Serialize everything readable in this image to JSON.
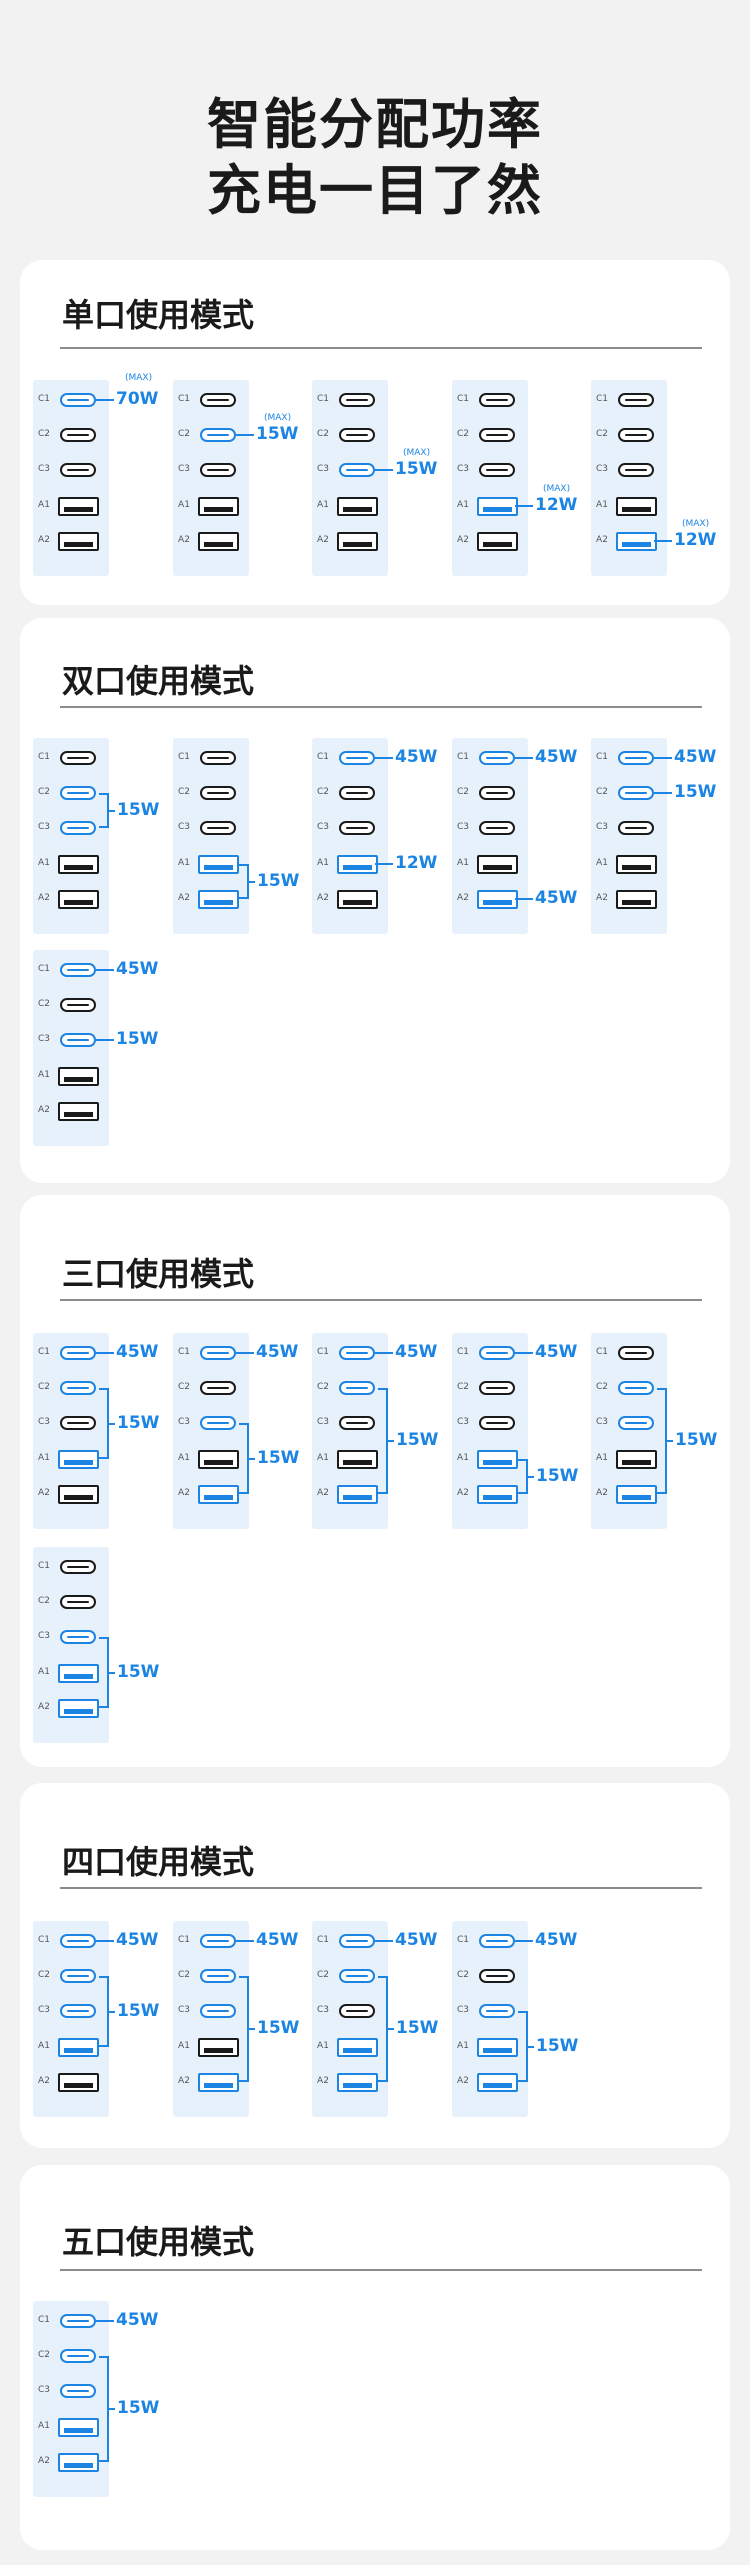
{
  "header": {
    "title_line1": "智能分配功率",
    "title_line2": "充电一目了然"
  },
  "port_labels": [
    "C1",
    "C2",
    "C3",
    "A1",
    "A2"
  ],
  "max_label": "(MAX)",
  "colors": {
    "active": "#1c84e3",
    "inactive": "#1a1a1a",
    "panel": "#e7f1fb"
  },
  "sections": [
    {
      "title": "单口使用模式",
      "diagrams": [
        {
          "active": [
            "C1"
          ],
          "groups": [
            {
              "ports": [
                "C1"
              ],
              "watt": "70W",
              "max": true
            }
          ]
        },
        {
          "active": [
            "C2"
          ],
          "groups": [
            {
              "ports": [
                "C2"
              ],
              "watt": "15W",
              "max": true
            }
          ]
        },
        {
          "active": [
            "C3"
          ],
          "groups": [
            {
              "ports": [
                "C3"
              ],
              "watt": "15W",
              "max": true
            }
          ]
        },
        {
          "active": [
            "A1"
          ],
          "groups": [
            {
              "ports": [
                "A1"
              ],
              "watt": "12W",
              "max": true
            }
          ]
        },
        {
          "active": [
            "A2"
          ],
          "groups": [
            {
              "ports": [
                "A2"
              ],
              "watt": "12W",
              "max": true
            }
          ]
        }
      ]
    },
    {
      "title": "双口使用模式",
      "diagrams": [
        {
          "active": [
            "C2",
            "C3"
          ],
          "groups": [
            {
              "ports": [
                "C2",
                "C3"
              ],
              "watt": "15W"
            }
          ]
        },
        {
          "active": [
            "A1",
            "A2"
          ],
          "groups": [
            {
              "ports": [
                "A1",
                "A2"
              ],
              "watt": "15W"
            }
          ]
        },
        {
          "active": [
            "C1",
            "A1"
          ],
          "groups": [
            {
              "ports": [
                "C1"
              ],
              "watt": "45W"
            },
            {
              "ports": [
                "A1"
              ],
              "watt": "12W"
            }
          ]
        },
        {
          "active": [
            "C1",
            "A2"
          ],
          "groups": [
            {
              "ports": [
                "C1"
              ],
              "watt": "45W"
            },
            {
              "ports": [
                "A2"
              ],
              "watt": "45W"
            }
          ]
        },
        {
          "active": [
            "C1",
            "C2"
          ],
          "groups": [
            {
              "ports": [
                "C1"
              ],
              "watt": "45W"
            },
            {
              "ports": [
                "C2"
              ],
              "watt": "15W"
            }
          ]
        },
        {
          "active": [
            "C1",
            "C3"
          ],
          "groups": [
            {
              "ports": [
                "C1"
              ],
              "watt": "45W"
            },
            {
              "ports": [
                "C3"
              ],
              "watt": "15W"
            }
          ]
        }
      ]
    },
    {
      "title": "三口使用模式",
      "diagrams": [
        {
          "active": [
            "C1",
            "C2",
            "A1"
          ],
          "groups": [
            {
              "ports": [
                "C1"
              ],
              "watt": "45W"
            },
            {
              "ports": [
                "C2",
                "A1"
              ],
              "watt": "15W"
            }
          ]
        },
        {
          "active": [
            "C1",
            "C3",
            "A2"
          ],
          "groups": [
            {
              "ports": [
                "C1"
              ],
              "watt": "45W"
            },
            {
              "ports": [
                "C3",
                "A2"
              ],
              "watt": "15W"
            }
          ]
        },
        {
          "active": [
            "C1",
            "C2",
            "A2"
          ],
          "groups": [
            {
              "ports": [
                "C1"
              ],
              "watt": "45W"
            },
            {
              "ports": [
                "C2",
                "A2"
              ],
              "watt": "15W"
            }
          ]
        },
        {
          "active": [
            "C1",
            "A1",
            "A2"
          ],
          "groups": [
            {
              "ports": [
                "C1"
              ],
              "watt": "45W"
            },
            {
              "ports": [
                "A1",
                "A2"
              ],
              "watt": "15W"
            }
          ]
        },
        {
          "active": [
            "C2",
            "C3",
            "A2"
          ],
          "groups": [
            {
              "ports": [
                "C2",
                "A2"
              ],
              "watt": "15W"
            }
          ]
        },
        {
          "active": [
            "C3",
            "A1",
            "A2"
          ],
          "groups": [
            {
              "ports": [
                "C3",
                "A2"
              ],
              "watt": "15W"
            }
          ]
        }
      ]
    },
    {
      "title": "四口使用模式",
      "diagrams": [
        {
          "active": [
            "C1",
            "C2",
            "C3",
            "A1"
          ],
          "groups": [
            {
              "ports": [
                "C1"
              ],
              "watt": "45W"
            },
            {
              "ports": [
                "C2",
                "A1"
              ],
              "watt": "15W"
            }
          ]
        },
        {
          "active": [
            "C1",
            "C2",
            "C3",
            "A2"
          ],
          "groups": [
            {
              "ports": [
                "C1"
              ],
              "watt": "45W"
            },
            {
              "ports": [
                "C2",
                "A2"
              ],
              "watt": "15W"
            }
          ]
        },
        {
          "active": [
            "C1",
            "C2",
            "A1",
            "A2"
          ],
          "groups": [
            {
              "ports": [
                "C1"
              ],
              "watt": "45W"
            },
            {
              "ports": [
                "C2",
                "A2"
              ],
              "watt": "15W"
            }
          ]
        },
        {
          "active": [
            "C1",
            "C3",
            "A1",
            "A2"
          ],
          "groups": [
            {
              "ports": [
                "C1"
              ],
              "watt": "45W"
            },
            {
              "ports": [
                "C3",
                "A2"
              ],
              "watt": "15W"
            }
          ]
        }
      ]
    },
    {
      "title": "五口使用模式",
      "diagrams": [
        {
          "active": [
            "C1",
            "C2",
            "C3",
            "A1",
            "A2"
          ],
          "groups": [
            {
              "ports": [
                "C1"
              ],
              "watt": "45W"
            },
            {
              "ports": [
                "C2",
                "A2"
              ],
              "watt": "15W"
            }
          ]
        }
      ]
    }
  ]
}
